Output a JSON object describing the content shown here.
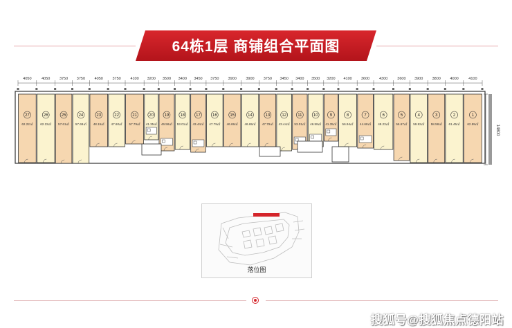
{
  "title": "64栋1层   商铺组合平面图",
  "location_label": "落位图",
  "watermark": "搜狐号@搜狐焦点德阳站",
  "depth_dimension": "14800",
  "top_dimensions": [
    "4050",
    "4050",
    "3750",
    "3750",
    "4050",
    "3750",
    "4100",
    "3200",
    "3500",
    "3400",
    "3450",
    "3750",
    "3900",
    "3900",
    "3750",
    "3450",
    "3400",
    "3500",
    "3200",
    "4100",
    "3600",
    "4300",
    "3600",
    "3900",
    "3800",
    "4000",
    "4100"
  ],
  "units": [
    {
      "no": "27",
      "area": "62.22㎡",
      "tint": "orange"
    },
    {
      "no": "26",
      "area": "62.22㎡",
      "tint": "yellow"
    },
    {
      "no": "25",
      "area": "57.61㎡",
      "tint": "orange"
    },
    {
      "no": "24",
      "area": "57.69㎡",
      "tint": "yellow"
    },
    {
      "no": "23",
      "area": "48.15㎡",
      "tint": "orange"
    },
    {
      "no": "22",
      "area": "47.60㎡",
      "tint": "yellow"
    },
    {
      "no": "21",
      "area": "57.79㎡",
      "tint": "orange"
    },
    {
      "no": "20",
      "area": "41.35㎡",
      "tint": "yellow"
    },
    {
      "no": "19",
      "area": "46.58㎡",
      "tint": "orange"
    },
    {
      "no": "18",
      "area": "53.01㎡",
      "tint": "yellow"
    },
    {
      "no": "17",
      "area": "43.44㎡",
      "tint": "orange"
    },
    {
      "no": "16",
      "area": "47.79㎡",
      "tint": "yellow"
    },
    {
      "no": "15",
      "area": "46.69㎡",
      "tint": "orange"
    },
    {
      "no": "14",
      "area": "46.69㎡",
      "tint": "yellow"
    },
    {
      "no": "13",
      "area": "47.79㎡",
      "tint": "orange"
    },
    {
      "no": "12",
      "area": "43.44㎡",
      "tint": "yellow"
    },
    {
      "no": "11",
      "area": "53.01㎡",
      "tint": "orange"
    },
    {
      "no": "10",
      "area": "46.58㎡",
      "tint": "yellow"
    },
    {
      "no": "9",
      "area": "41.35㎡",
      "tint": "orange"
    },
    {
      "no": "8",
      "area": "56.94㎡",
      "tint": "yellow"
    },
    {
      "no": "7",
      "area": "44.68㎡",
      "tint": "orange"
    },
    {
      "no": "6",
      "area": "48.23㎡",
      "tint": "yellow"
    },
    {
      "no": "5",
      "area": "56.67㎡",
      "tint": "orange"
    },
    {
      "no": "4",
      "area": "59.92㎡",
      "tint": "yellow"
    },
    {
      "no": "3",
      "area": "58.58㎡",
      "tint": "orange"
    },
    {
      "no": "2",
      "area": "61.45㎡",
      "tint": "yellow"
    },
    {
      "no": "1",
      "area": "62.99㎡",
      "tint": "orange"
    }
  ],
  "colors": {
    "brand_red": "#c81e25",
    "unit_orange": "#f6d7b0",
    "unit_yellow": "#fbf3cf",
    "wall": "#333333"
  }
}
